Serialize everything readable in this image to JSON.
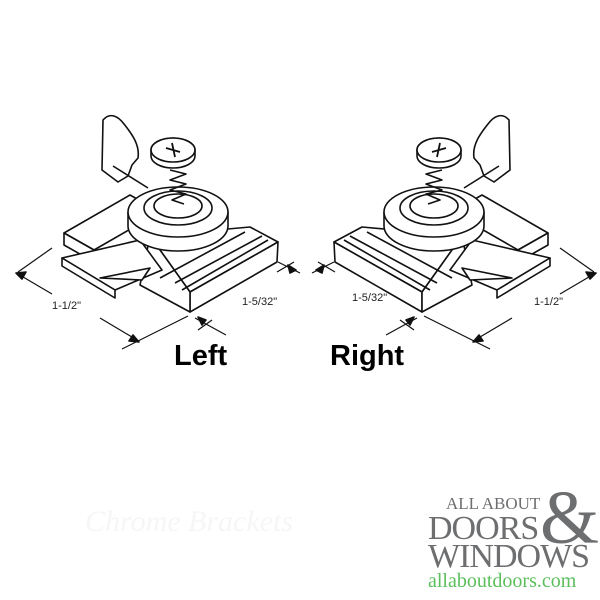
{
  "diagram": {
    "left": {
      "label": "Left",
      "width_dim": "1-1/2\"",
      "depth_dim": "1-5/32\""
    },
    "right": {
      "label": "Right",
      "width_dim": "1-1/2\"",
      "depth_dim": "1-5/32\""
    }
  },
  "watermark": "Chrome Brackets",
  "logo": {
    "line1": "ALL ABOUT",
    "line2": "DOORS",
    "ampersand": "&",
    "line3": "WINDOWS",
    "url": "allaboutdoors.com",
    "text_color": "#6d6e70",
    "url_color": "#5cbf5c"
  }
}
